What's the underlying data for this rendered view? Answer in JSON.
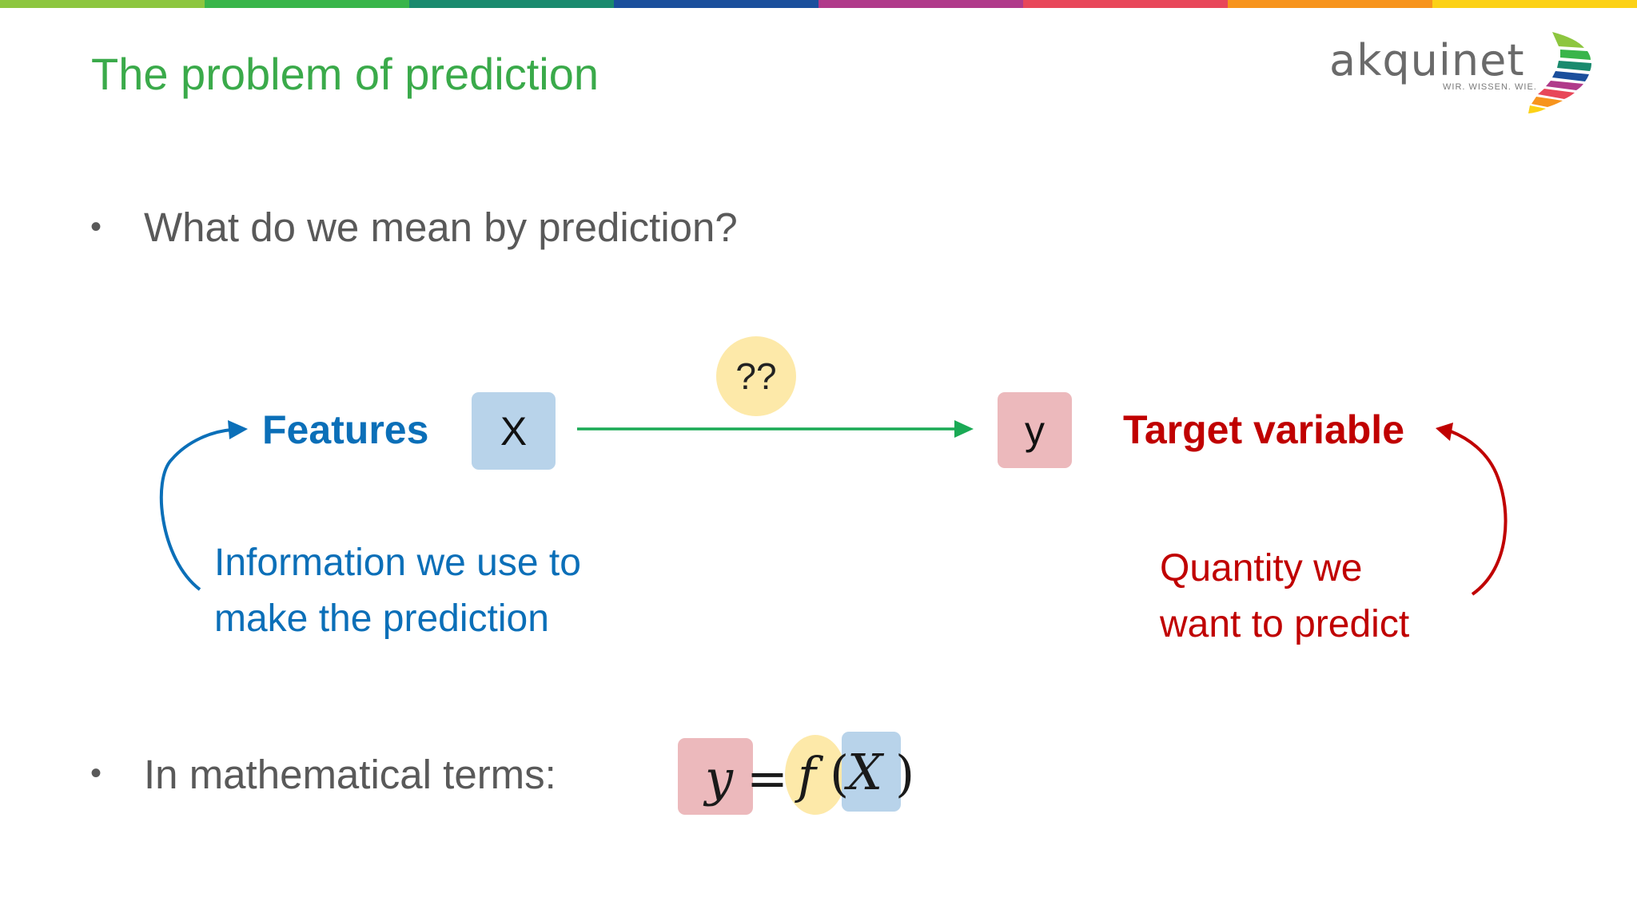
{
  "slide": {
    "title": "The problem of prediction",
    "stripe_colors": [
      "#8dc63f",
      "#39b54a",
      "#1a8a6e",
      "#1b4f9c",
      "#b03a8a",
      "#e8475a",
      "#f7941d",
      "#fcd116"
    ]
  },
  "logo": {
    "name": "akquinet",
    "tagline": "WIR. WISSEN. WIE."
  },
  "bullets": [
    {
      "text": "What do we mean by prediction?"
    },
    {
      "text": "In mathematical terms:"
    }
  ],
  "diagram": {
    "features_label": "Features",
    "features_box": "X",
    "target_label": "Target variable",
    "target_box": "y",
    "arrow_label": "??",
    "features_desc_line1": "Information we use to",
    "features_desc_line2": "make the prediction",
    "target_desc_line1": "Quantity we",
    "target_desc_line2": "want to predict",
    "colors": {
      "features": "#0b6fb8",
      "target": "#c00000",
      "arrow": "#1aaa55",
      "features_box_bg": "#b8d3ea",
      "target_box_bg": "#ecb9bc",
      "question_bg": "#fde9a9"
    }
  },
  "formula": {
    "y": "y",
    "equals": "=",
    "f": "f",
    "open_paren": "(",
    "x": "X",
    "close_paren": ")"
  }
}
